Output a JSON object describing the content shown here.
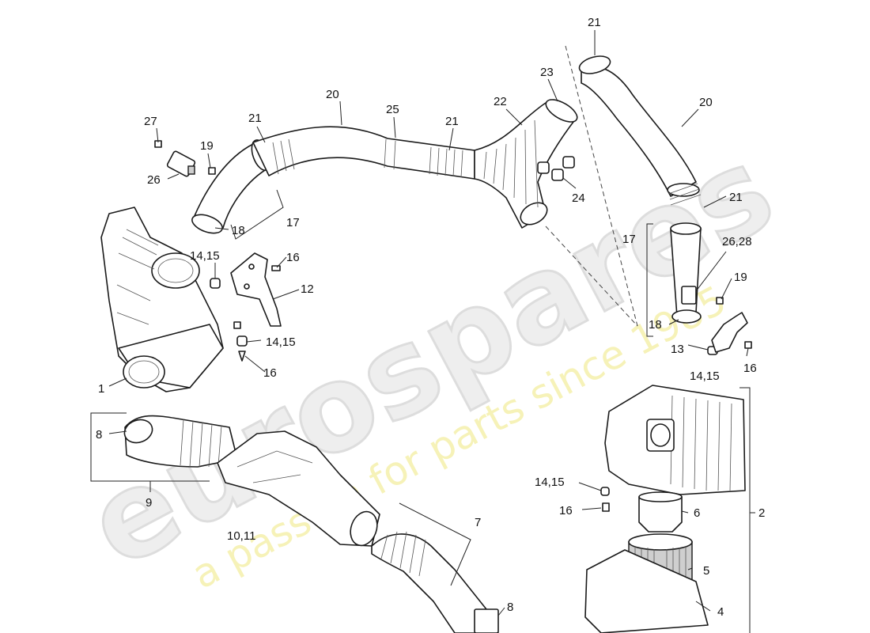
{
  "watermark": {
    "brand": "eurospares",
    "tagline": "a passion for parts since 1985"
  },
  "callouts": [
    {
      "id": "c-21-top",
      "text": "21"
    },
    {
      "id": "c-23",
      "text": "23"
    },
    {
      "id": "c-20-right",
      "text": "20"
    },
    {
      "id": "c-20-mid",
      "text": "20"
    },
    {
      "id": "c-22",
      "text": "22"
    },
    {
      "id": "c-25",
      "text": "25"
    },
    {
      "id": "c-21-mid",
      "text": "21"
    },
    {
      "id": "c-21-left",
      "text": "21"
    },
    {
      "id": "c-27",
      "text": "27"
    },
    {
      "id": "c-19-left",
      "text": "19"
    },
    {
      "id": "c-26",
      "text": "26"
    },
    {
      "id": "c-24",
      "text": "24"
    },
    {
      "id": "c-21-right",
      "text": "21"
    },
    {
      "id": "c-18-left",
      "text": "18"
    },
    {
      "id": "c-17-left",
      "text": "17"
    },
    {
      "id": "c-17-right",
      "text": "17"
    },
    {
      "id": "c-26-28",
      "text": "26,28"
    },
    {
      "id": "c-14-15-a",
      "text": "14,15"
    },
    {
      "id": "c-16-a",
      "text": "16"
    },
    {
      "id": "c-12",
      "text": "12"
    },
    {
      "id": "c-19-right",
      "text": "19"
    },
    {
      "id": "c-18-right",
      "text": "18"
    },
    {
      "id": "c-14-15-b",
      "text": "14,15"
    },
    {
      "id": "c-13",
      "text": "13"
    },
    {
      "id": "c-16-b",
      "text": "16"
    },
    {
      "id": "c-1",
      "text": "1"
    },
    {
      "id": "c-14-15-c",
      "text": "14,15"
    },
    {
      "id": "c-16-c",
      "text": "16"
    },
    {
      "id": "c-8-top",
      "text": "8"
    },
    {
      "id": "c-9",
      "text": "9"
    },
    {
      "id": "c-14-15-d",
      "text": "14,15"
    },
    {
      "id": "c-16-d",
      "text": "16"
    },
    {
      "id": "c-6",
      "text": "6"
    },
    {
      "id": "c-2",
      "text": "2"
    },
    {
      "id": "c-7",
      "text": "7"
    },
    {
      "id": "c-10-11",
      "text": "10,11"
    },
    {
      "id": "c-5",
      "text": "5"
    },
    {
      "id": "c-4",
      "text": "4"
    },
    {
      "id": "c-8-bottom",
      "text": "8"
    }
  ]
}
